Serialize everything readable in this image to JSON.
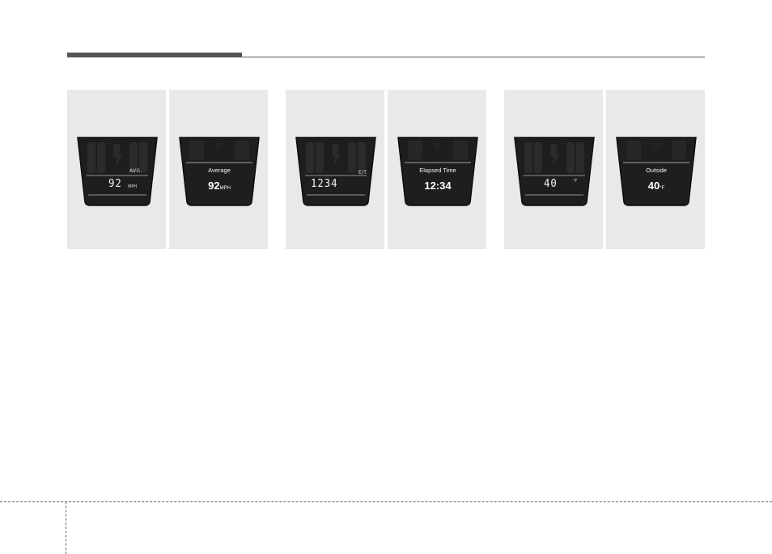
{
  "figures": [
    {
      "old_display": {
        "label": "AVG.",
        "value": "92",
        "unit": "MPH"
      },
      "new_display": {
        "label": "Average",
        "value": "92",
        "unit": "MPH"
      }
    },
    {
      "old_display": {
        "label": "E/T",
        "value": "1234",
        "unit": ""
      },
      "new_display": {
        "label": "Elapsed Time",
        "value": "12:34",
        "unit": ""
      }
    },
    {
      "old_display": {
        "label": "",
        "value": "40",
        "unit": "°F"
      },
      "new_display": {
        "label": "Outside",
        "value": "40",
        "unit": "°F"
      }
    }
  ],
  "gear_indicator": "P",
  "colors": {
    "panel": "#e9e9e9",
    "cluster": "#1f1f1f",
    "text": "#f5f5f5",
    "rule": "#555555"
  }
}
